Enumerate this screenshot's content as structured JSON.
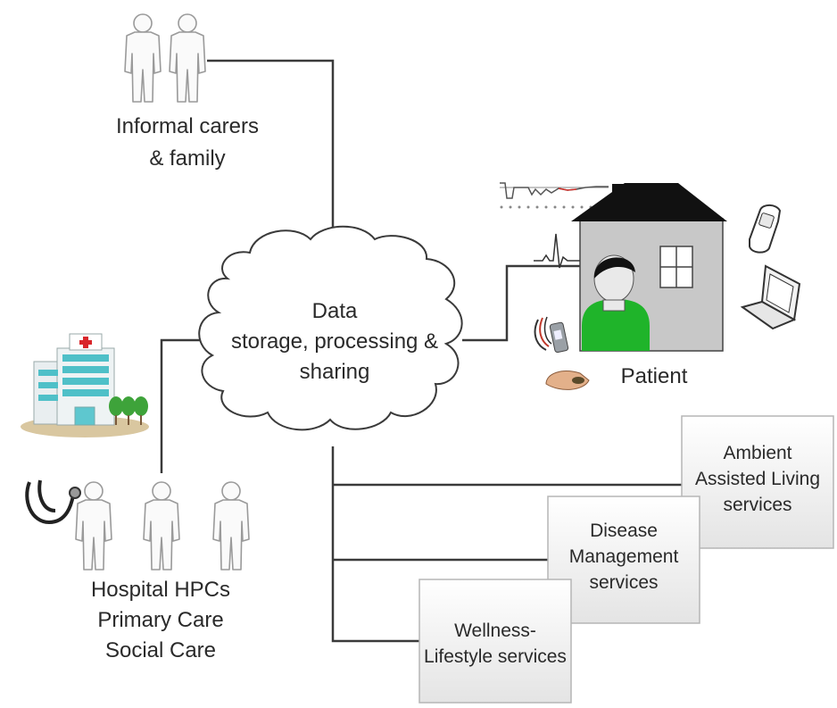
{
  "carers": {
    "line1": "Informal carers",
    "line2": "& family"
  },
  "cloud": {
    "line1": "Data",
    "line2": "storage, processing &",
    "line3": "sharing"
  },
  "patient": {
    "label": "Patient"
  },
  "professionals": {
    "line1": "Hospital HPCs",
    "line2": "Primary Care",
    "line3": "Social Care"
  },
  "services": {
    "ambient": {
      "line1": "Ambient",
      "line2": "Assisted Living",
      "line3": "services"
    },
    "disease": {
      "line1": "Disease",
      "line2": "Management",
      "line3": "services"
    },
    "wellness": {
      "line1": "Wellness-",
      "line2": "Lifestyle services"
    }
  },
  "icons": {
    "people": "person-outline-icon",
    "hospital": "hospital-building-icon",
    "house": "house-icon",
    "patient": "patient-avatar-icon",
    "phone": "mobile-phone-icon",
    "laptop": "laptop-icon",
    "stethoscope": "stethoscope-icon",
    "ecg": "ecg-trace-icon",
    "chart": "vital-signs-chart-icon",
    "sensors": "wearable-sensor-icon"
  },
  "colors": {
    "line": "#3a3a3a",
    "patient_green": "#1fb42a",
    "house_wall": "#c8c8c8",
    "roof": "#111111",
    "hospital_teal": "#4fc0c8",
    "service_box": "#f2f2f2"
  }
}
